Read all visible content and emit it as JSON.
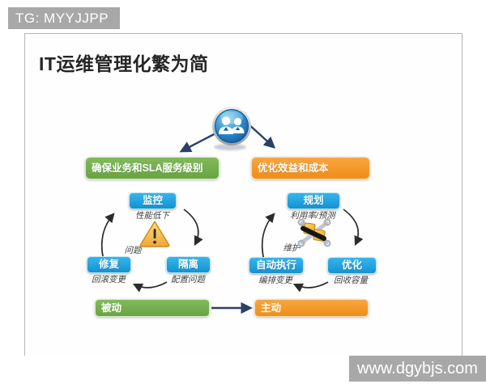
{
  "banner": {
    "label": "TG: MYYJJPP"
  },
  "title": "IT运维管理化繁为简",
  "diagram": {
    "center_icon": "two-people glossy blue orb",
    "left_flow": {
      "header": "确保业务和SLA服务级别",
      "node_top": "监控",
      "node_top_note": "性能低下",
      "node_right": "隔离",
      "node_right_note": "配置问题",
      "node_left": "修复",
      "node_left_note": "回滚变更",
      "center_note": "问题",
      "center_icon": "warning-triangle"
    },
    "right_flow": {
      "header": "优化效益和成本",
      "node_top": "规划",
      "node_top_note": "利用率/预测",
      "node_right": "优化",
      "node_right_note": "回收容量",
      "node_left": "自动执行",
      "node_left_note": "编排变更",
      "center_note": "维护",
      "center_icon": "tools"
    },
    "footer": {
      "left_label": "被动",
      "right_label": "主动"
    }
  },
  "watermark": {
    "label": "www.dgybjs.com"
  },
  "colors": {
    "banner_gray": "#a8a8a8",
    "node_blue": "#1e9fdd",
    "header_green": "#74ae4d",
    "header_orange": "#f29322",
    "navy_arrow": "#2b4166",
    "cycle_arrow": "#2b2b2b",
    "triangle_yellow": "#f5b63e"
  }
}
